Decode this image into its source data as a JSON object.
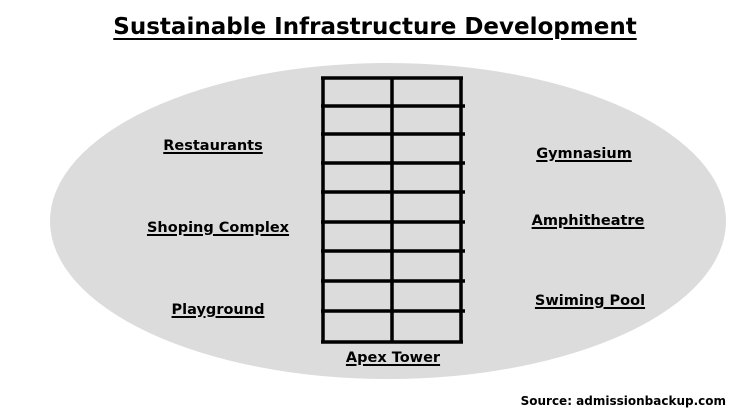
{
  "title": "Sustainable Infrastructure Development",
  "center_label": "Apex Tower",
  "left_labels": [
    "Restaurants",
    "Shoping Complex",
    "Playground"
  ],
  "right_labels": [
    "Gymnasium",
    "Amphitheatre",
    "Swiming Pool"
  ],
  "source": "Source: admissionbackup.com",
  "colors": {
    "ellipse_fill": "#dcdcdc",
    "tower_stroke": "#000000",
    "text": "#000000"
  }
}
